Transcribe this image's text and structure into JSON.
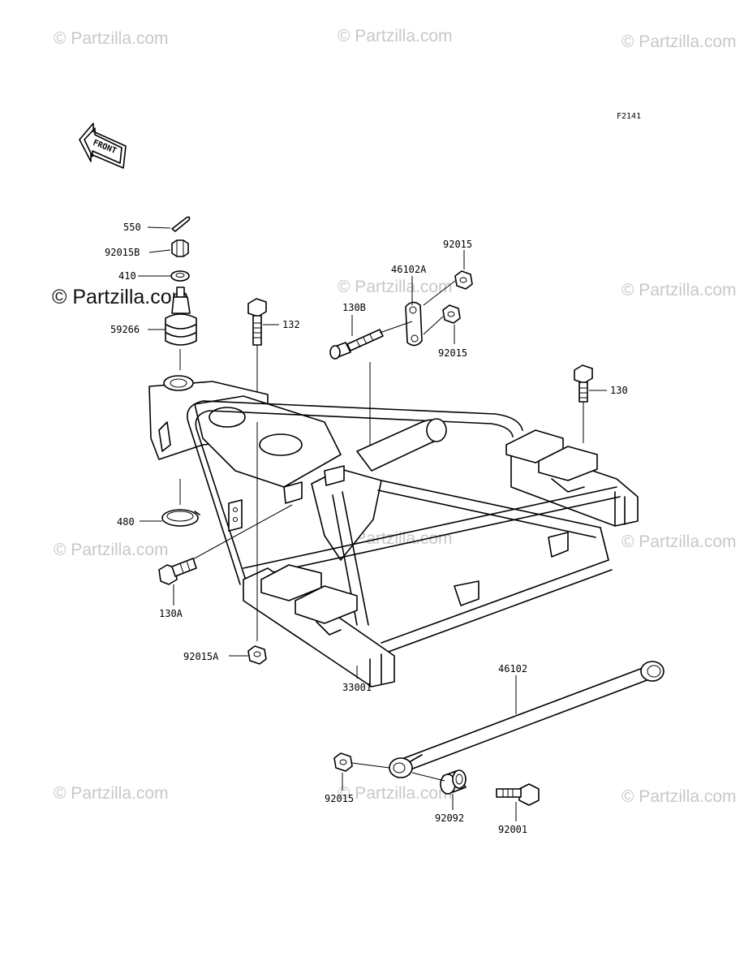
{
  "figure_id": "F2141",
  "front_arrow_label": "FRONT",
  "watermark_text": "© Partzilla.com",
  "parts": [
    {
      "key": "p550",
      "label": "550"
    },
    {
      "key": "p92015B",
      "label": "92015B"
    },
    {
      "key": "p410",
      "label": "410"
    },
    {
      "key": "p59266",
      "label": "59266"
    },
    {
      "key": "p132",
      "label": "132"
    },
    {
      "key": "p46102A",
      "label": "46102A"
    },
    {
      "key": "p92015_top",
      "label": "92015"
    },
    {
      "key": "p130B",
      "label": "130B"
    },
    {
      "key": "p92015_mid",
      "label": "92015"
    },
    {
      "key": "p130",
      "label": "130"
    },
    {
      "key": "p480",
      "label": "480"
    },
    {
      "key": "p130A",
      "label": "130A"
    },
    {
      "key": "p92015A",
      "label": "92015A"
    },
    {
      "key": "p33001",
      "label": "33001"
    },
    {
      "key": "p46102",
      "label": "46102"
    },
    {
      "key": "p92015_bot",
      "label": "92015"
    },
    {
      "key": "p92092",
      "label": "92092"
    },
    {
      "key": "p92001",
      "label": "92001"
    }
  ]
}
